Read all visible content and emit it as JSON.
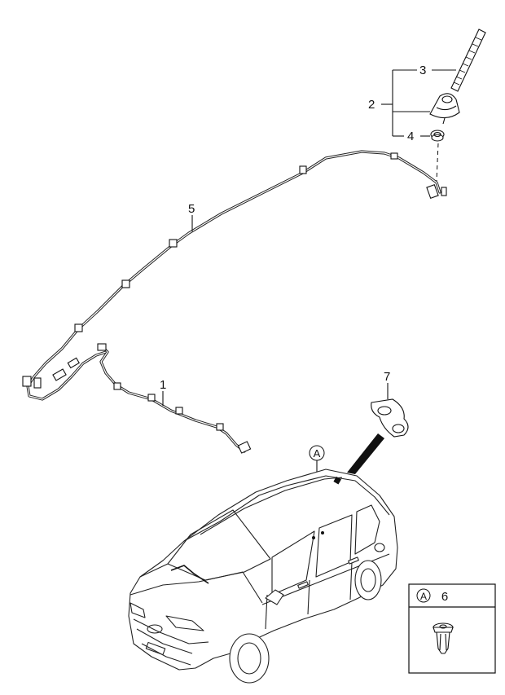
{
  "callouts": {
    "item1": "1",
    "item2": "2",
    "item3": "3",
    "item4": "4",
    "item5": "5",
    "item6": "6",
    "item7": "7"
  },
  "reference_marker": "A",
  "legend_box": {
    "marker": "A",
    "part_number": "6"
  }
}
